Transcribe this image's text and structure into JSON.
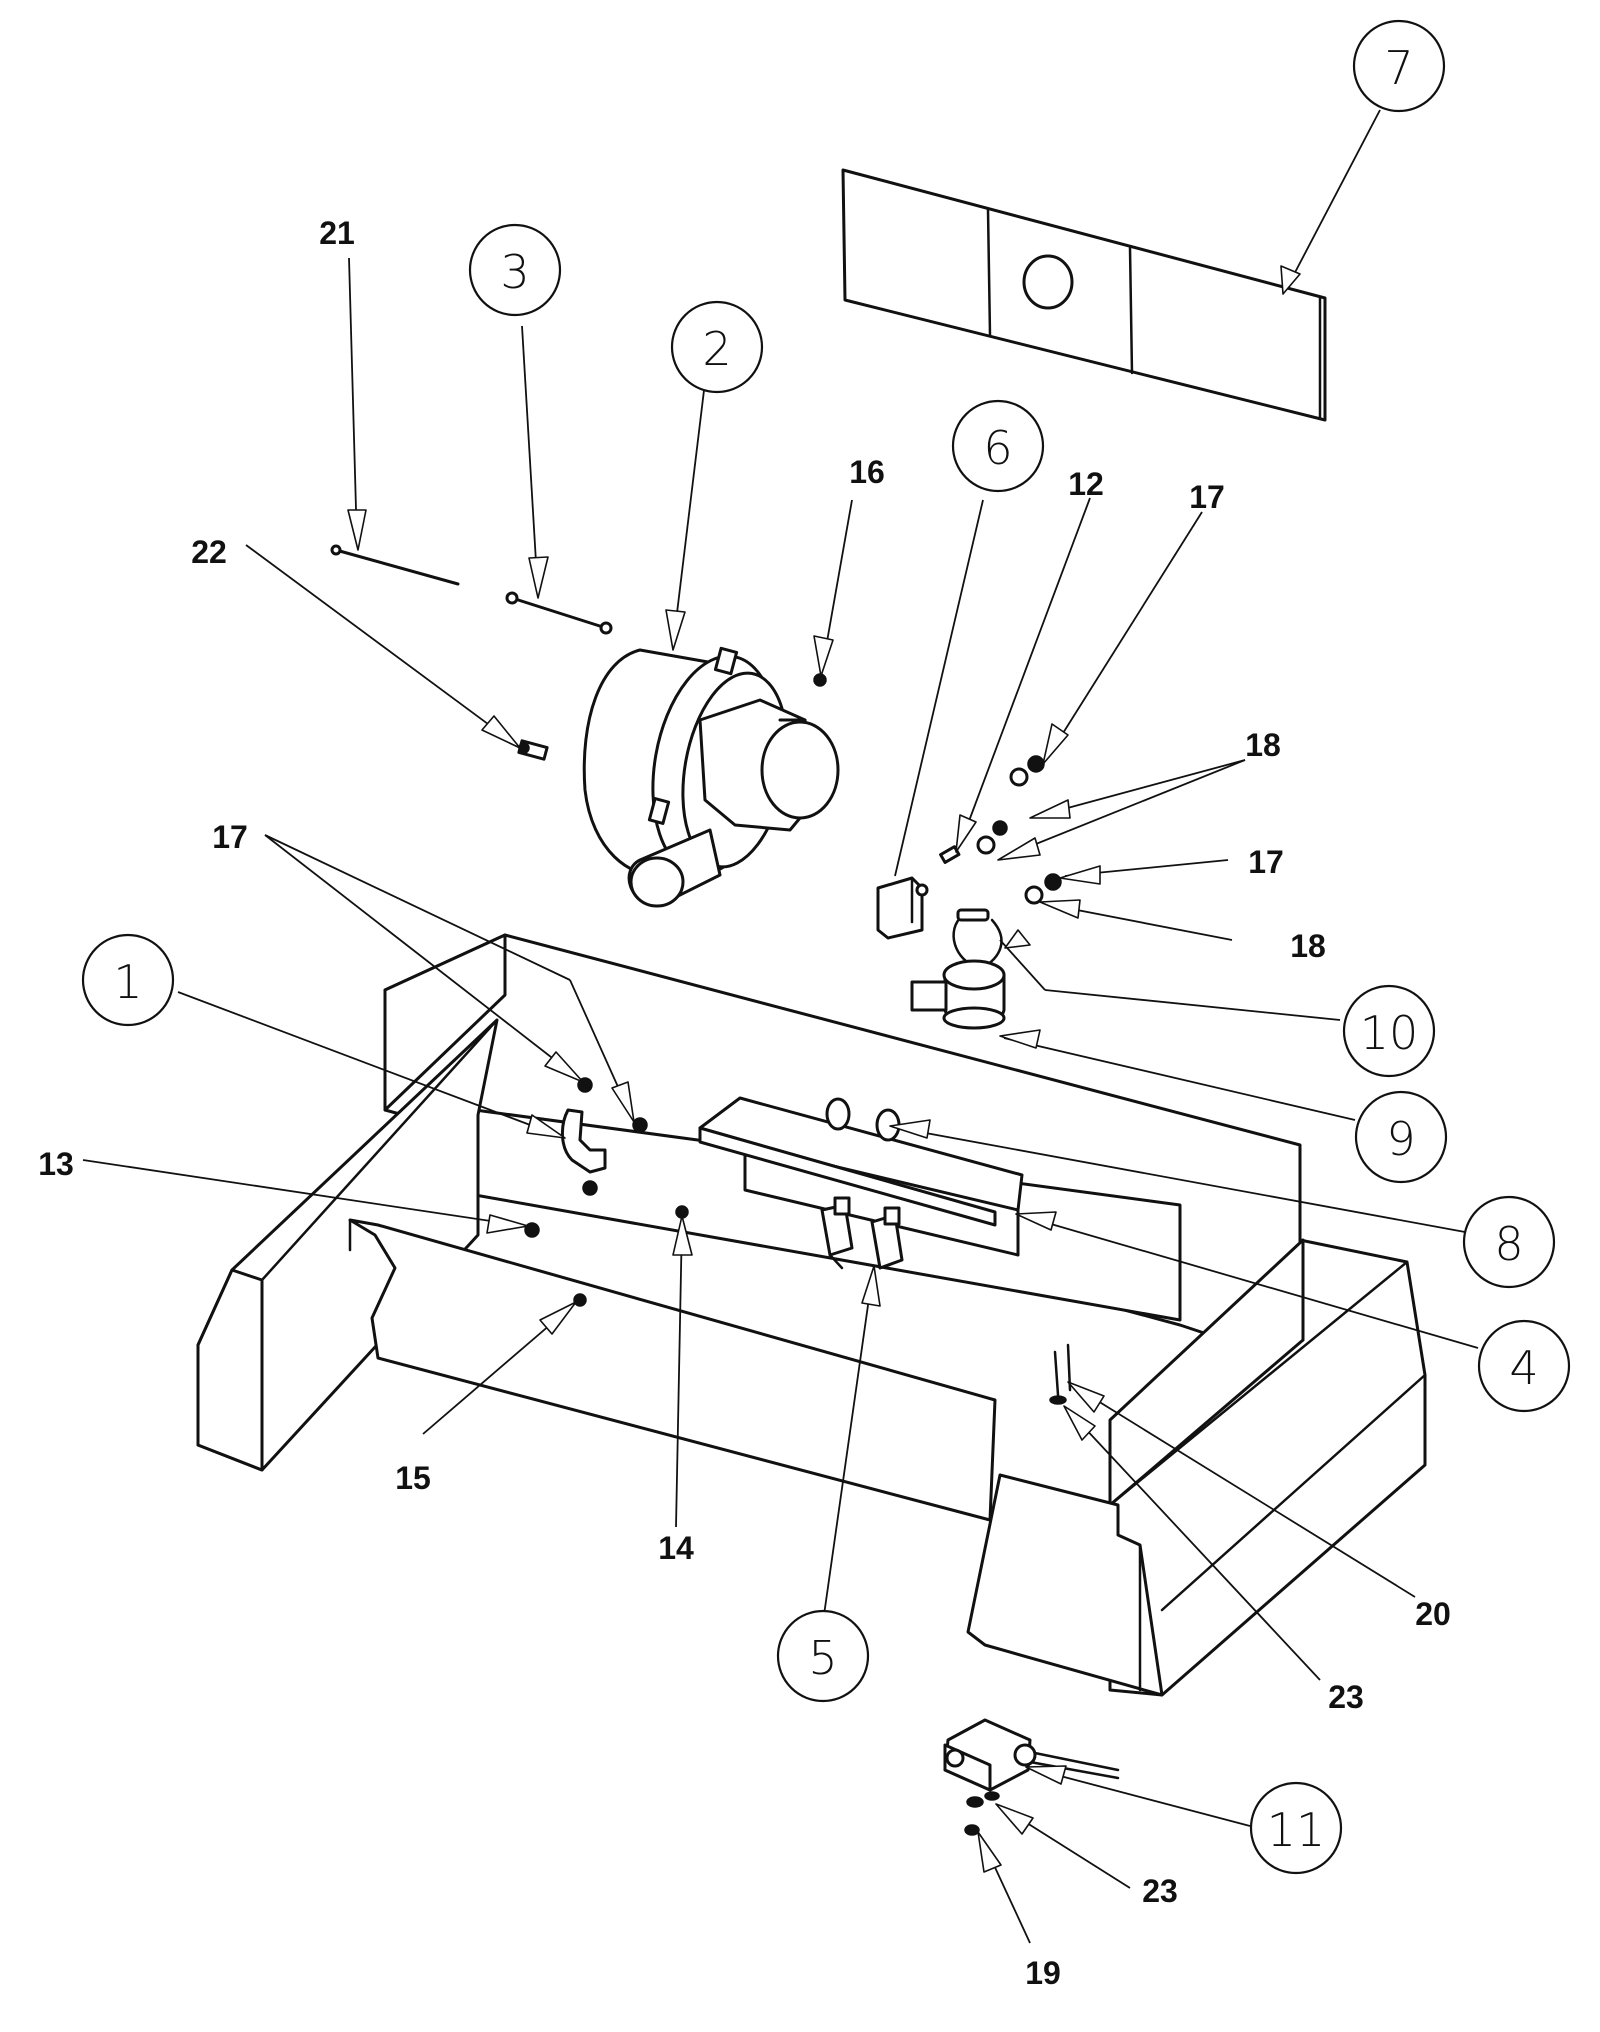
{
  "diagram": {
    "callouts": [
      {
        "id": "c7",
        "label": "7",
        "style": "balloon"
      },
      {
        "id": "c21",
        "label": "21",
        "style": "plain"
      },
      {
        "id": "c3",
        "label": "3",
        "style": "balloon"
      },
      {
        "id": "c2",
        "label": "2",
        "style": "balloon"
      },
      {
        "id": "c22",
        "label": "22",
        "style": "plain"
      },
      {
        "id": "c16",
        "label": "16",
        "style": "plain"
      },
      {
        "id": "c6",
        "label": "6",
        "style": "balloon"
      },
      {
        "id": "c12",
        "label": "12",
        "style": "plain"
      },
      {
        "id": "c17a",
        "label": "17",
        "style": "plain"
      },
      {
        "id": "c18a",
        "label": "18",
        "style": "plain"
      },
      {
        "id": "c17b",
        "label": "17",
        "style": "plain"
      },
      {
        "id": "c18b",
        "label": "18",
        "style": "plain"
      },
      {
        "id": "c17c",
        "label": "17",
        "style": "plain"
      },
      {
        "id": "c1",
        "label": "1",
        "style": "balloon"
      },
      {
        "id": "c10",
        "label": "10",
        "style": "balloon"
      },
      {
        "id": "c9",
        "label": "9",
        "style": "balloon"
      },
      {
        "id": "c8",
        "label": "8",
        "style": "balloon"
      },
      {
        "id": "c13",
        "label": "13",
        "style": "plain"
      },
      {
        "id": "c4",
        "label": "4",
        "style": "balloon"
      },
      {
        "id": "c15",
        "label": "15",
        "style": "plain"
      },
      {
        "id": "c14",
        "label": "14",
        "style": "plain"
      },
      {
        "id": "c20",
        "label": "20",
        "style": "plain"
      },
      {
        "id": "c5",
        "label": "5",
        "style": "balloon"
      },
      {
        "id": "c23a",
        "label": "23",
        "style": "plain"
      },
      {
        "id": "c11",
        "label": "11",
        "style": "balloon"
      },
      {
        "id": "c23b",
        "label": "23",
        "style": "plain"
      },
      {
        "id": "c19",
        "label": "19",
        "style": "plain"
      }
    ]
  }
}
